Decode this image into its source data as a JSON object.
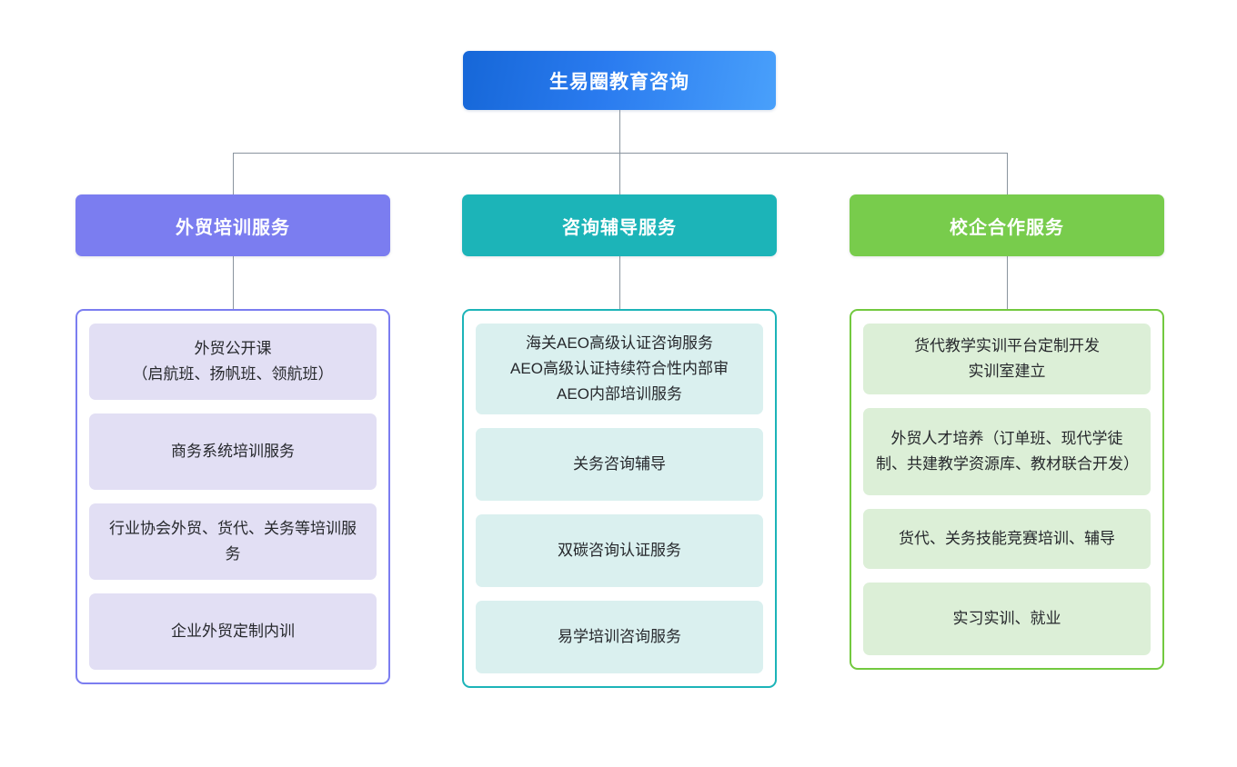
{
  "diagram": {
    "type": "organization-tree",
    "orientation": "top-down",
    "levels": 3,
    "root": {
      "label": "生易圈教育咨询",
      "color_start": "#1667d8",
      "color_end": "#49a0fb",
      "text_color": "#ffffff"
    },
    "connector_color": "#8a949e",
    "branches": [
      {
        "id": "branch-training",
        "label": "外贸培训服务",
        "header_color": "#7b7df0",
        "border_color": "#7b7df0",
        "card_color": "#e2dff4",
        "text_color": "#ffffff",
        "items": [
          {
            "label": "外贸公开课\n（启航班、扬帆班、领航班）"
          },
          {
            "label": "商务系统培训服务"
          },
          {
            "label": "行业协会外贸、货代、关务等培训服务"
          },
          {
            "label": "企业外贸定制内训"
          }
        ]
      },
      {
        "id": "branch-consulting",
        "label": "咨询辅导服务",
        "header_color": "#1cb4b8",
        "border_color": "#1cb4b8",
        "card_color": "#daf0ef",
        "text_color": "#ffffff",
        "items": [
          {
            "label": "海关AEO高级认证咨询服务\nAEO高级认证持续符合性内部审\nAEO内部培训服务"
          },
          {
            "label": "关务咨询辅导"
          },
          {
            "label": "双碳咨询认证服务"
          },
          {
            "label": "易学培训咨询服务"
          }
        ]
      },
      {
        "id": "branch-school-enterprise",
        "label": "校企合作服务",
        "header_color": "#78cc4c",
        "border_color": "#72c93f",
        "card_color": "#dcefd7",
        "text_color": "#ffffff",
        "items": [
          {
            "label": "货代教学实训平台定制开发\n实训室建立"
          },
          {
            "label": "外贸人才培养（订单班、现代学徒制、共建教学资源库、教材联合开发）"
          },
          {
            "label": "货代、关务技能竞赛培训、辅导"
          },
          {
            "label": "实习实训、就业"
          }
        ]
      }
    ]
  }
}
